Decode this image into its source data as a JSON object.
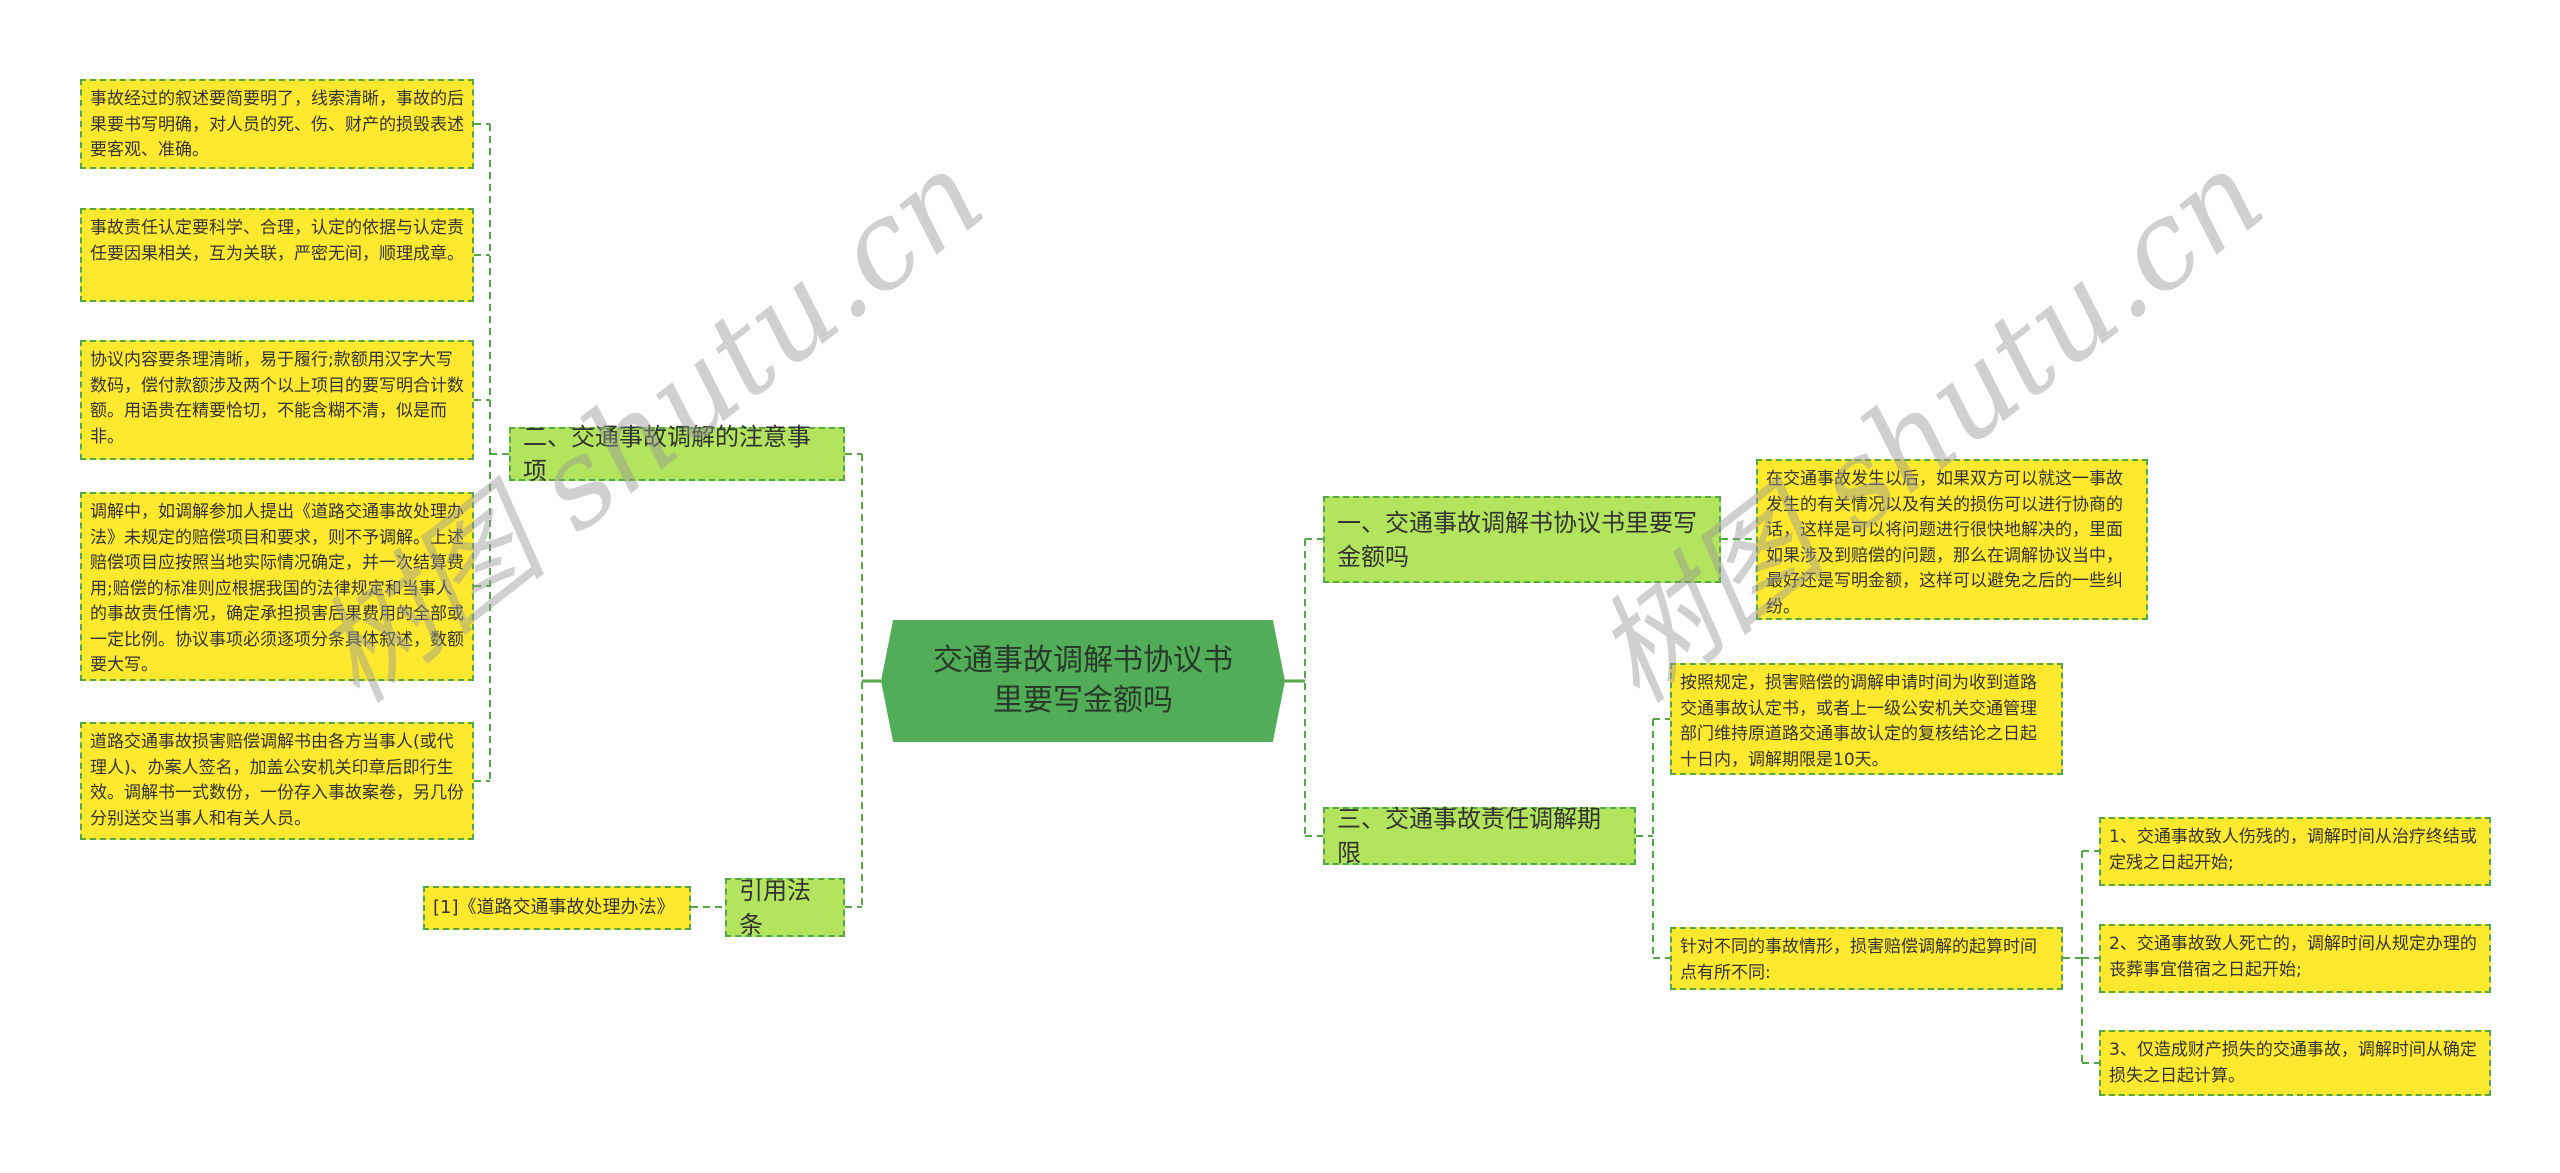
{
  "root": {
    "label": "交通事故调解书协议书里要写金额吗"
  },
  "left_branches": [
    {
      "label": "二、交通事故调解的注意事项",
      "children": [
        "事故经过的叙述要简要明了，线索清晰，事故的后果要书写明确，对人员的死、伤、财产的损毁表述要客观、准确。",
        "事故责任认定要科学、合理，认定的依据与认定责任要因果相关，互为关联，严密无间，顺理成章。",
        "协议内容要条理清晰，易于履行;款额用汉字大写数码，偿付款额涉及两个以上项目的要写明合计数额。用语贵在精要恰切，不能含糊不清，似是而非。",
        "调解中，如调解参加人提出《道路交通事故处理办法》未规定的赔偿项目和要求，则不予调解。上述赔偿项目应按照当地实际情况确定，并一次结算费用;赔偿的标准则应根据我国的法律规定和当事人的事故责任情况，确定承担损害后果费用的全部或一定比例。协议事项必须逐项分条具体叙述，数额要大写。",
        "道路交通事故损害赔偿调解书由各方当事人(或代理人)、办案人签名，加盖公安机关印章后即行生效。调解书一式数份，一份存入事故案卷，另几份分别送交当事人和有关人员。"
      ]
    },
    {
      "label": "引用法条",
      "children": [
        "[1]《道路交通事故处理办法》"
      ]
    }
  ],
  "right_branches": [
    {
      "label": "一、交通事故调解书协议书里要写金额吗",
      "children": [
        "在交通事故发生以后，如果双方可以就这一事故发生的有关情况以及有关的损伤可以进行协商的话，这样是可以将问题进行很快地解决的，里面如果涉及到赔偿的问题，那么在调解协议当中，最好还是写明金额，这样可以避免之后的一些纠纷。"
      ]
    },
    {
      "label": "三、交通事故责任调解期限",
      "children": [
        "按照规定，损害赔偿的调解申请时间为收到道路交通事故认定书，或者上一级公安机关交通管理部门维持原道路交通事故认定的复核结论之日起十日内，调解期限是10天。",
        "针对不同的事故情形，损害赔偿调解的起算时间点有所不同:"
      ],
      "grandchildren": [
        "1、交通事故致人伤残的，调解时间从治疗终结或定残之日起开始;",
        "2、交通事故致人死亡的，调解时间从规定办理的丧葬事宜借宿之日起开始;",
        "3、仅造成财产损失的交通事故，调解时间从确定损失之日起计算。"
      ]
    }
  ],
  "watermarks": [
    "树图 shutu.cn",
    "树图 shutu.cn"
  ],
  "colors": {
    "root_fill": "#51ad58",
    "branch_fill": "#b2e45e",
    "leaf_fill": "#ffe92f",
    "connector": "#56a64a"
  }
}
